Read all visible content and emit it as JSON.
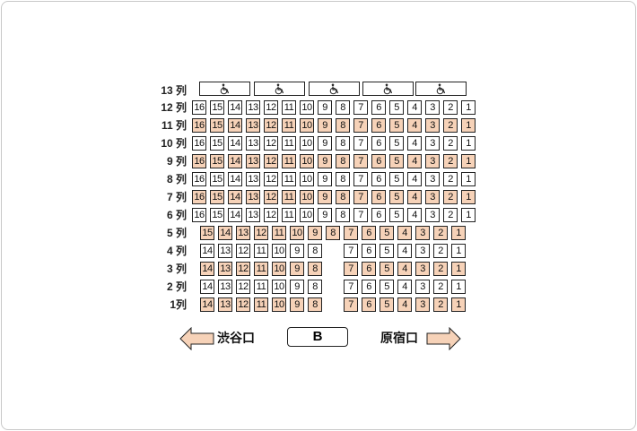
{
  "row_labels": {
    "r13": "13 列",
    "r12": "12 列",
    "r11": "11 列",
    "r10": "10 列",
    "r9": "9 列",
    "r8": "8 列",
    "r7": "7 列",
    "r6": "6 列",
    "r5": "5 列",
    "r4": "4 列",
    "r3": "3 列",
    "r2": "2 列",
    "r1": "1列"
  },
  "wheelchair_row": {
    "spaces": 5,
    "icon": "wheelchair-icon"
  },
  "rows": [
    {
      "id": "r12",
      "seats": [
        "16",
        "15",
        "14",
        "13",
        "12",
        "11",
        "10",
        "9",
        "8",
        "7",
        "6",
        "5",
        "4",
        "3",
        "2",
        "1"
      ],
      "highlighted": false
    },
    {
      "id": "r11",
      "seats": [
        "16",
        "15",
        "14",
        "13",
        "12",
        "11",
        "10",
        "9",
        "8",
        "7",
        "6",
        "5",
        "4",
        "3",
        "2",
        "1"
      ],
      "highlighted": true
    },
    {
      "id": "r10",
      "seats": [
        "16",
        "15",
        "14",
        "13",
        "12",
        "11",
        "10",
        "9",
        "8",
        "7",
        "6",
        "5",
        "4",
        "3",
        "2",
        "1"
      ],
      "highlighted": false
    },
    {
      "id": "r9",
      "seats": [
        "16",
        "15",
        "14",
        "13",
        "12",
        "11",
        "10",
        "9",
        "8",
        "7",
        "6",
        "5",
        "4",
        "3",
        "2",
        "1"
      ],
      "highlighted": true
    },
    {
      "id": "r8",
      "seats": [
        "16",
        "15",
        "14",
        "13",
        "12",
        "11",
        "10",
        "9",
        "8",
        "7",
        "6",
        "5",
        "4",
        "3",
        "2",
        "1"
      ],
      "highlighted": false
    },
    {
      "id": "r7",
      "seats": [
        "16",
        "15",
        "14",
        "13",
        "12",
        "11",
        "10",
        "9",
        "8",
        "7",
        "6",
        "5",
        "4",
        "3",
        "2",
        "1"
      ],
      "highlighted": true
    },
    {
      "id": "r6",
      "seats": [
        "16",
        "15",
        "14",
        "13",
        "12",
        "11",
        "10",
        "9",
        "8",
        "7",
        "6",
        "5",
        "4",
        "3",
        "2",
        "1"
      ],
      "highlighted": false
    },
    {
      "id": "r5",
      "seats": [
        "15",
        "14",
        "13",
        "12",
        "11",
        "10",
        "9",
        "8",
        "7",
        "6",
        "5",
        "4",
        "3",
        "2",
        "1"
      ],
      "highlighted": true
    },
    {
      "id": "r4",
      "seats": [
        "14",
        "13",
        "12",
        "11",
        "10",
        "9",
        "8",
        "7",
        "6",
        "5",
        "4",
        "3",
        "2",
        "1"
      ],
      "highlighted": false
    },
    {
      "id": "r3",
      "seats": [
        "14",
        "13",
        "12",
        "11",
        "10",
        "9",
        "8",
        "7",
        "6",
        "5",
        "4",
        "3",
        "2",
        "1"
      ],
      "highlighted": true
    },
    {
      "id": "r2",
      "seats": [
        "14",
        "13",
        "12",
        "11",
        "10",
        "9",
        "8",
        "7",
        "6",
        "5",
        "4",
        "3",
        "2",
        "1"
      ],
      "highlighted": false
    },
    {
      "id": "r1",
      "seats": [
        "14",
        "13",
        "12",
        "11",
        "10",
        "9",
        "8",
        "7",
        "6",
        "5",
        "4",
        "3",
        "2",
        "1"
      ],
      "highlighted": true
    }
  ],
  "screen_label": "B",
  "exits": {
    "left": "渋谷口",
    "right": "原宿口"
  },
  "colors": {
    "highlight": "#f6d2b8",
    "border": "#222222",
    "arrow_fill": "#f6d2b8"
  }
}
